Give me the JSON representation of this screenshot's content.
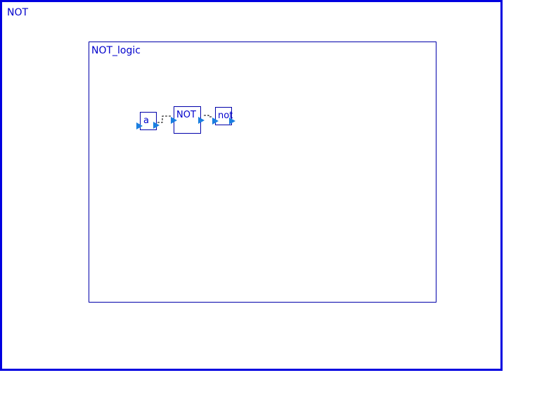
{
  "diagram": {
    "outer_block": {
      "title": "NOT"
    },
    "inner_block": {
      "title": "NOT_logic"
    },
    "blocks": {
      "input_a": {
        "label": "a"
      },
      "not_gate": {
        "label": "NOT"
      },
      "output_not": {
        "label": "not"
      }
    },
    "colors": {
      "frame": "#0000e0",
      "text": "#0000cc",
      "port": "#1a7fe0",
      "wire": "#000000"
    },
    "port_icon": "triangle-arrow-right",
    "wire_style": "dashed"
  }
}
